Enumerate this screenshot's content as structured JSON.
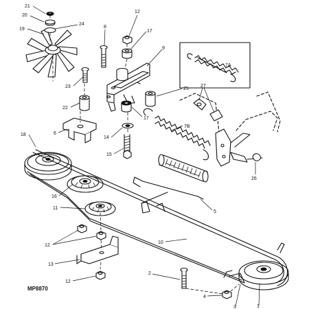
{
  "figure": {
    "reference_code": "MP8870"
  },
  "callouts": [
    {
      "id": "c21",
      "label": "21"
    },
    {
      "id": "c20",
      "label": "20"
    },
    {
      "id": "c24",
      "label": "24"
    },
    {
      "id": "c19",
      "label": "19"
    },
    {
      "id": "c12a",
      "label": "12"
    },
    {
      "id": "c8",
      "label": "8"
    },
    {
      "id": "c17a",
      "label": "17"
    },
    {
      "id": "c9",
      "label": "9"
    },
    {
      "id": "c7a",
      "label": "7A"
    },
    {
      "id": "c23",
      "label": "23"
    },
    {
      "id": "c25",
      "label": "25"
    },
    {
      "id": "c27",
      "label": "27"
    },
    {
      "id": "c22",
      "label": "22"
    },
    {
      "id": "c17b",
      "label": "17"
    },
    {
      "id": "c6",
      "label": "6"
    },
    {
      "id": "c14",
      "label": "14"
    },
    {
      "id": "c7b",
      "label": "7B"
    },
    {
      "id": "c18",
      "label": "18"
    },
    {
      "id": "c15",
      "label": "15"
    },
    {
      "id": "c26",
      "label": "26"
    },
    {
      "id": "c16",
      "label": "16"
    },
    {
      "id": "c11",
      "label": "11"
    },
    {
      "id": "c5",
      "label": "5"
    },
    {
      "id": "c12b",
      "label": "12"
    },
    {
      "id": "c10",
      "label": "10"
    },
    {
      "id": "c13",
      "label": "13"
    },
    {
      "id": "c2",
      "label": "2"
    },
    {
      "id": "c12c",
      "label": "12"
    },
    {
      "id": "c4",
      "label": "4"
    },
    {
      "id": "c3",
      "label": "3"
    },
    {
      "id": "c1",
      "label": "1"
    }
  ]
}
